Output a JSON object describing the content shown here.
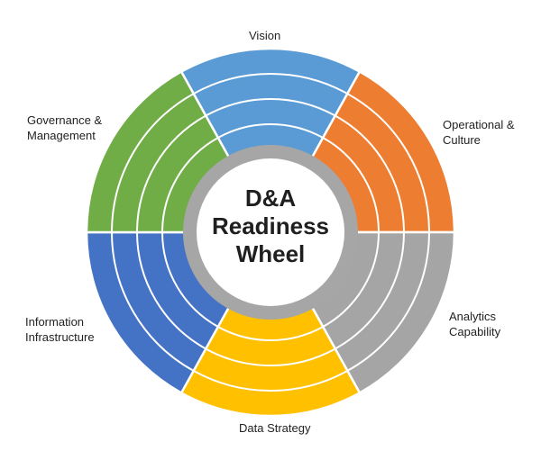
{
  "diagram": {
    "center_label": "D&A\nReadiness\nWheel",
    "ring_count": 4,
    "segments": [
      {
        "id": "vision",
        "label": "Vision",
        "color": "#5b9bd5",
        "start_deg": -29,
        "end_deg": 29
      },
      {
        "id": "operational",
        "label": "Operational &\nCulture",
        "color": "#ed7d31",
        "start_deg": 29,
        "end_deg": 90
      },
      {
        "id": "analytics",
        "label": "Analytics\nCapability",
        "color": "#a5a5a5",
        "start_deg": 90,
        "end_deg": 151
      },
      {
        "id": "data-strategy",
        "label": "Data Strategy",
        "color": "#ffc000",
        "start_deg": 151,
        "end_deg": 209
      },
      {
        "id": "information",
        "label": "Information\nInfrastructure",
        "color": "#4472c4",
        "start_deg": 209,
        "end_deg": 270
      },
      {
        "id": "governance",
        "label": "Governance &\nManagement",
        "color": "#70ad47",
        "start_deg": 270,
        "end_deg": 331
      }
    ],
    "hub_ring_color": "#a6a6a6",
    "hub_fill_color": "#ffffff"
  }
}
